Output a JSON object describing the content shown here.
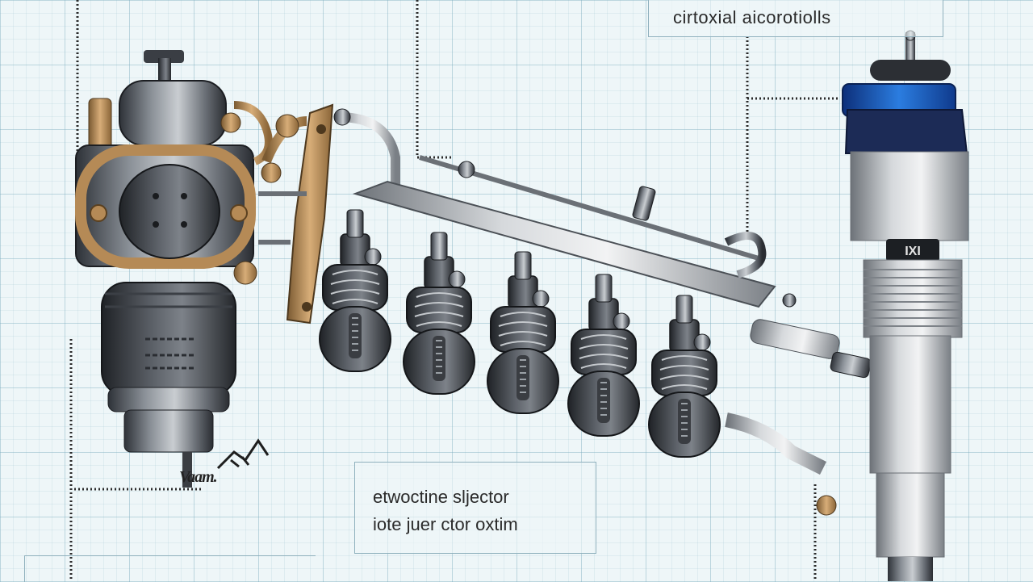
{
  "labels": {
    "top_caption": "cirtoxial aicorotiolls",
    "bottom_caption_line1": "etwoctine sljector",
    "bottom_caption_line2": "iote juer ctor oxtim",
    "signature": "Vaam.",
    "injector_badge": "IXI"
  },
  "components": [
    "carburetor",
    "throttle-linkage",
    "fuel-injector-bank",
    "fuel-rail",
    "fuel-injector-single"
  ],
  "colors": {
    "background": "#eef6f8",
    "grid": "#78aabe",
    "metal_dark": "#4a4e54",
    "metal_light": "#b9bec4",
    "brass": "#b58a56",
    "injector_cap": "#1f66c8",
    "injector_collar": "#1c2b56"
  }
}
